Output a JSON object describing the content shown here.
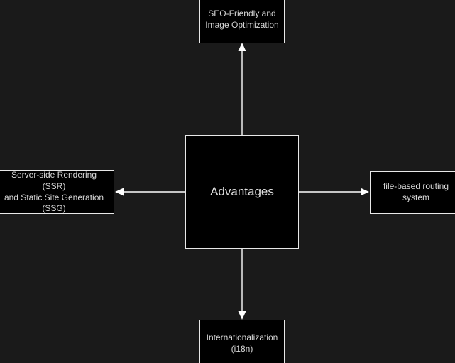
{
  "diagram": {
    "type": "flowchart",
    "orientation": "radial-four-way",
    "background_color": "#1a1a1a",
    "node_fill_color": "#000000",
    "node_border_color": "#e8e8e8",
    "node_text_color": "#d8d8d8",
    "edge_color": "#ffffff",
    "center_node": {
      "id": "advantages",
      "label": "Advantages"
    },
    "nodes": [
      {
        "id": "seo",
        "label": "SEO-Friendly and\nImage Optimization",
        "position": "top"
      },
      {
        "id": "ssr-ssg",
        "label": "Server-side Rendering (SSR)\nand Static Site Generation\n(SSG)",
        "position": "left"
      },
      {
        "id": "file-routing",
        "label": "file-based routing\nsystem",
        "position": "right"
      },
      {
        "id": "i18n",
        "label": "Internationalization\n(i18n)",
        "position": "bottom"
      }
    ],
    "edges": [
      {
        "from": "advantages",
        "to": "seo",
        "direction": "up",
        "arrowhead": "triangle"
      },
      {
        "from": "advantages",
        "to": "ssr-ssg",
        "direction": "left",
        "arrowhead": "triangle"
      },
      {
        "from": "advantages",
        "to": "file-routing",
        "direction": "right",
        "arrowhead": "triangle"
      },
      {
        "from": "advantages",
        "to": "i18n",
        "direction": "down",
        "arrowhead": "triangle"
      }
    ]
  }
}
